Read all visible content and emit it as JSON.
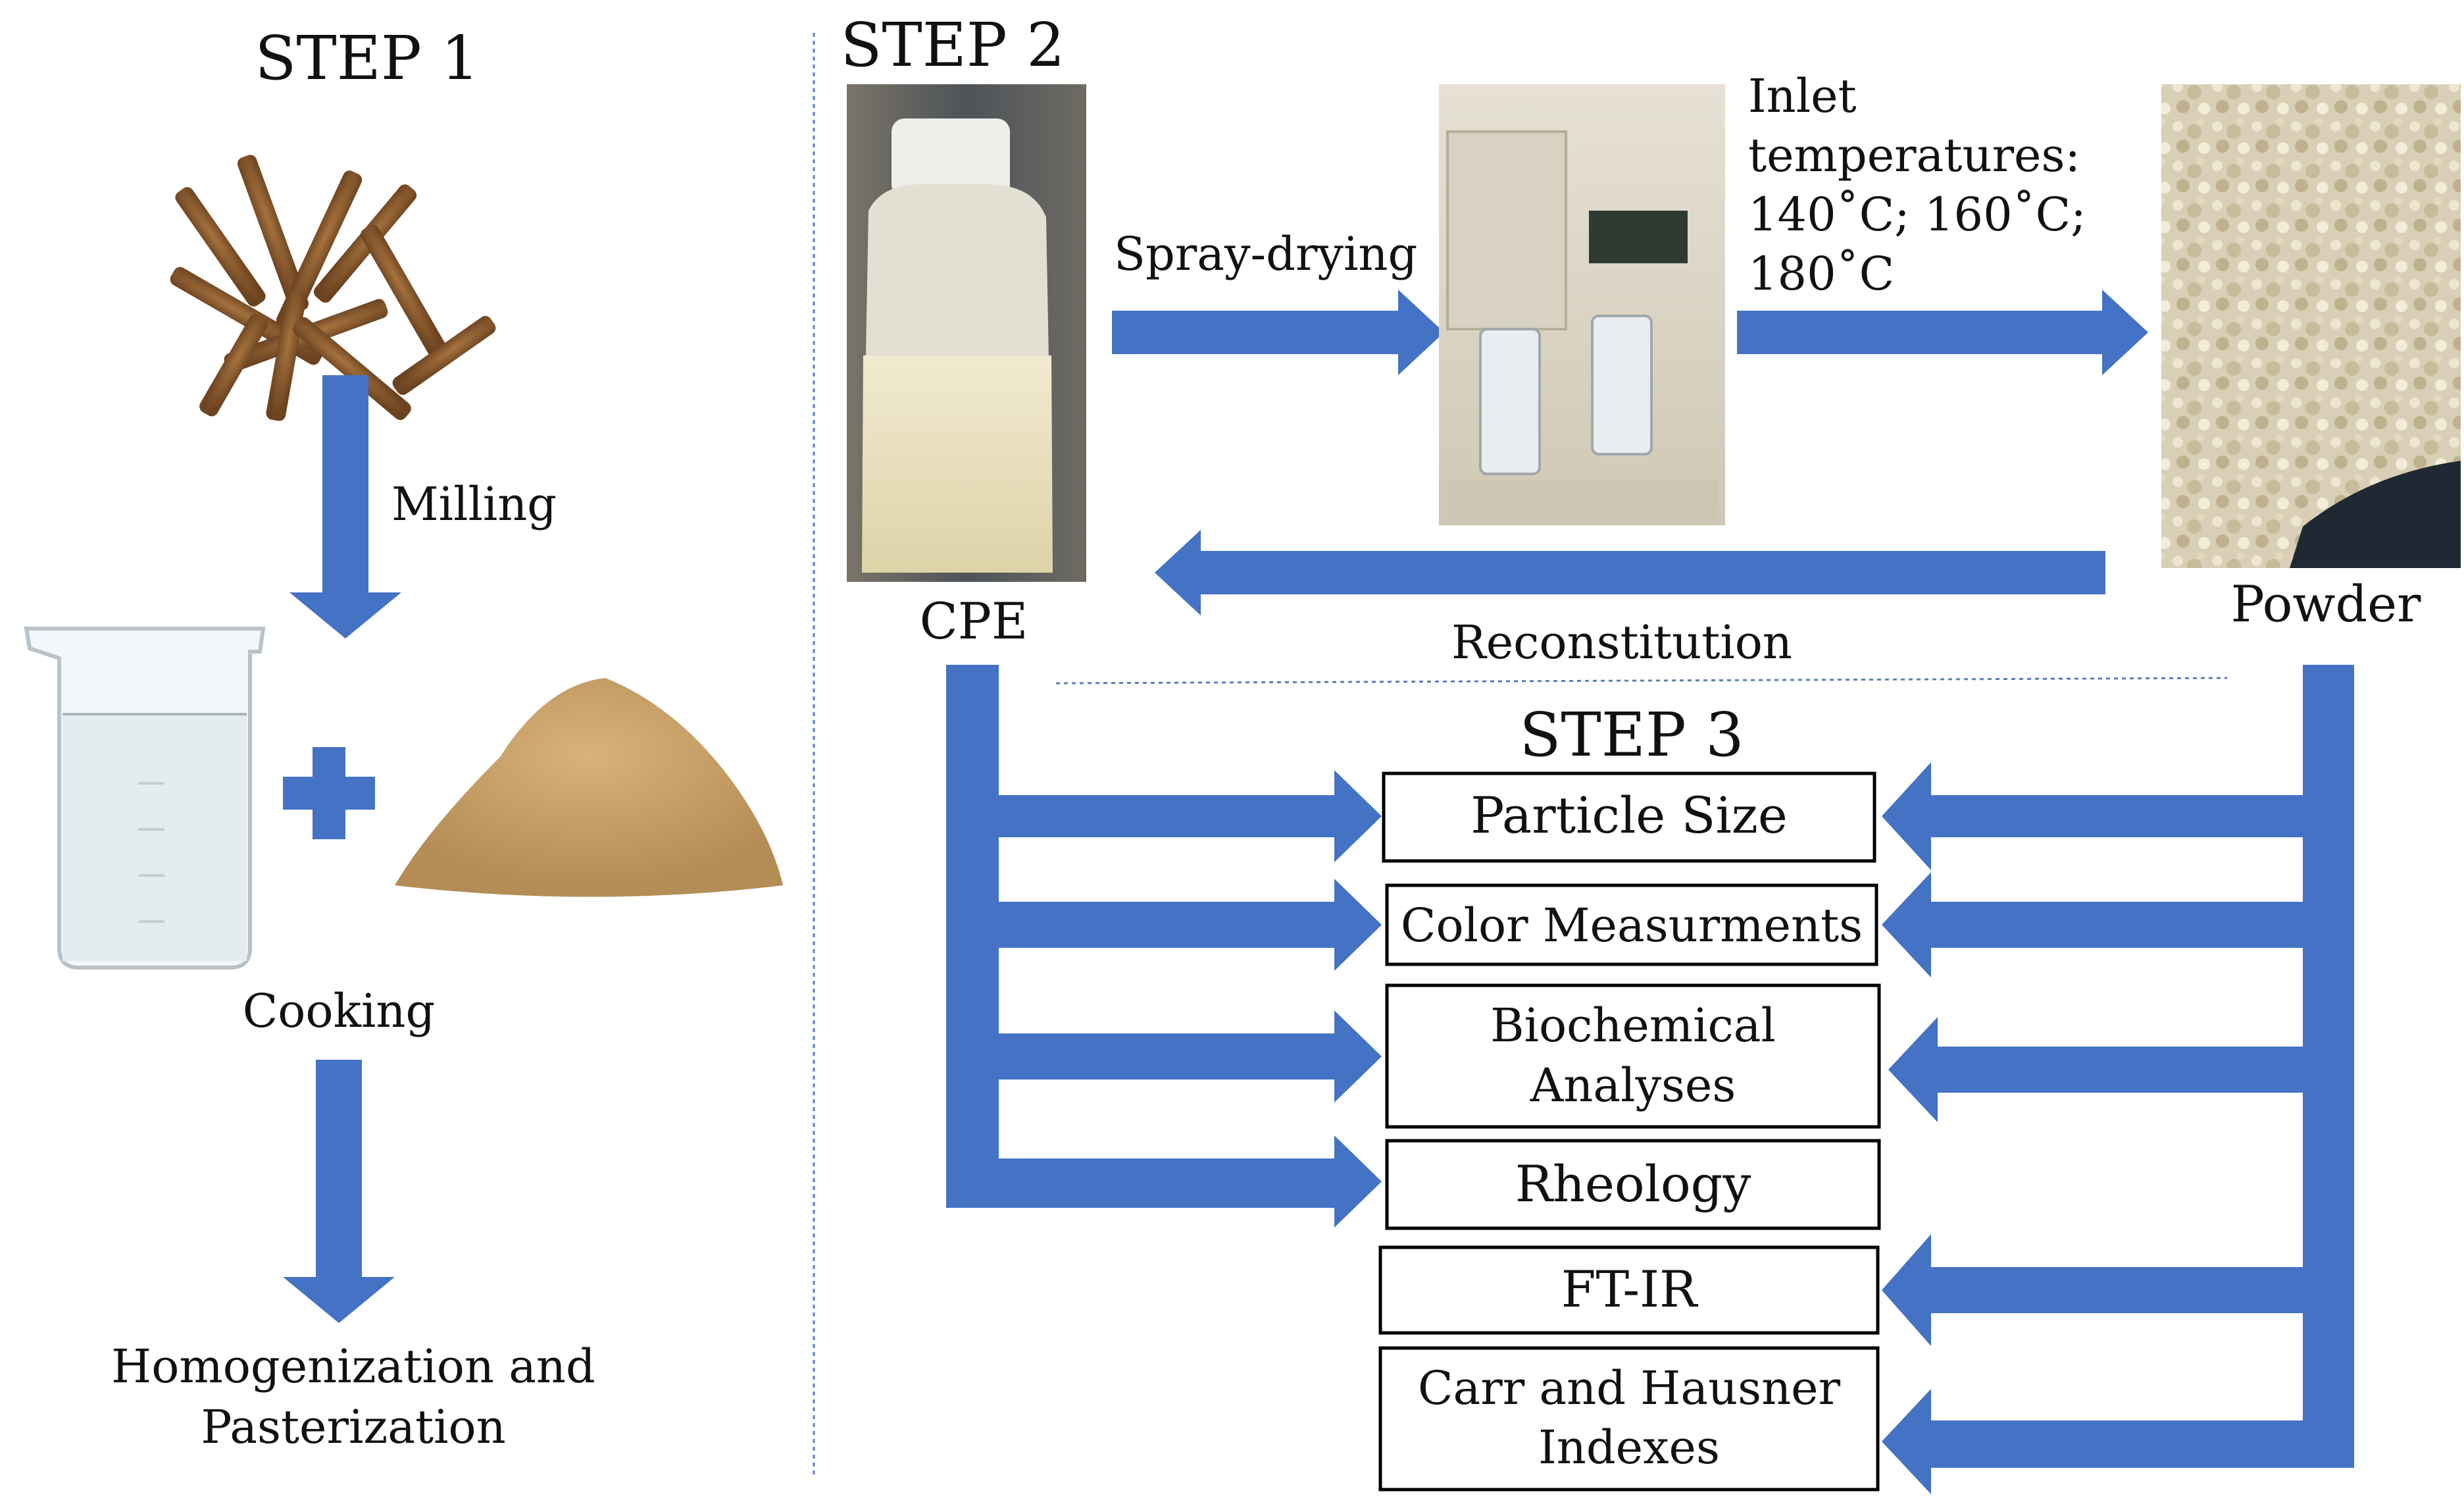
{
  "step1": {
    "heading": "STEP 1",
    "milling_label": "Milling",
    "cooking_label": "Cooking",
    "final_label_line1": "Homogenization and",
    "final_label_line2": "Pasterization"
  },
  "step2": {
    "heading": "STEP 2",
    "spray_label": "Spray-drying",
    "inlet_line1": "Inlet",
    "inlet_line2": "temperatures:",
    "inlet_line3": "140˚C; 160˚C;",
    "inlet_line4": "180˚C",
    "cpe_label": "CPE",
    "powder_label": "Powder",
    "reconstitution_label": "Reconstitution"
  },
  "step3": {
    "heading": "STEP 3",
    "particle_size": "Particle Size",
    "color": "Color Measurments",
    "biochemical_line1": "Biochemical",
    "biochemical_line2": "Analyses",
    "rheology": "Rheology",
    "ftir": "FT-IR",
    "carr_line1": "Carr and Hausner",
    "carr_line2": "Indexes"
  },
  "colors": {
    "arrow": "#4472C4",
    "plus": "#4472C4"
  }
}
